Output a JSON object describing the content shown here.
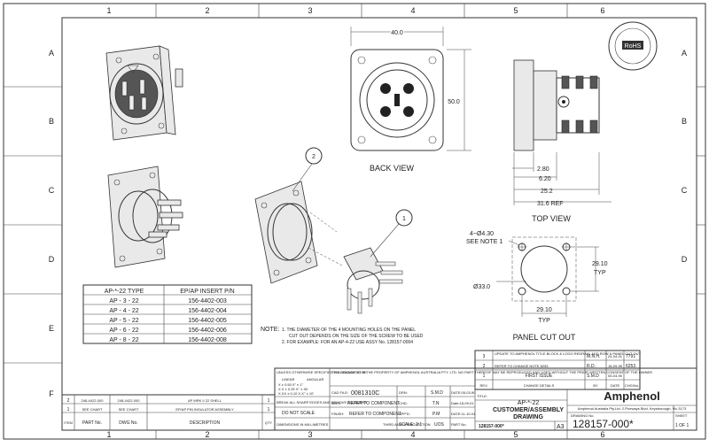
{
  "grid": {
    "cols": [
      "1",
      "2",
      "3",
      "4",
      "5",
      "6"
    ],
    "rows": [
      "A",
      "B",
      "C",
      "D",
      "E",
      "F"
    ]
  },
  "dims": {
    "width": "40.0",
    "height": "50.0",
    "d1": "2.80",
    "d2": "6.20",
    "d3": "25.2",
    "d4": "31.6 REF",
    "hole": "4~Ø4.30",
    "see_note": "SEE NOTE 1",
    "cutout_h": "29.10",
    "cutout_h_typ": "TYP",
    "cutout_w": "29.10",
    "cutout_w_typ": "TYP",
    "cutout_d": "Ø33.0"
  },
  "views": {
    "back": "BACK VIEW",
    "top": "TOP VIEW",
    "panel": "PANEL CUT OUT"
  },
  "balloons": {
    "b1": "1",
    "b2": "2"
  },
  "rohs": "RoHS",
  "type_table": {
    "headers": [
      "AP-*-22 TYPE",
      "EP/AP INSERT P/N"
    ],
    "rows": [
      [
        "AP - 3 - 22",
        "156-4402-003"
      ],
      [
        "AP - 4 - 22",
        "156-4402-004"
      ],
      [
        "AP - 5 - 22",
        "156-4402-005"
      ],
      [
        "AP - 6 - 22",
        "156-4402-006"
      ],
      [
        "AP - 8 - 22",
        "156-4402-008"
      ]
    ]
  },
  "note": {
    "label": "NOTE:",
    "lines": [
      "1. THE DIAMETER OF THE 4 MOUNTING HOLES ON THE PANEL",
      "CUT OUT DEPENDS ON THE SIZE OF THE SCREW TO BE USED",
      "2. FOR EXAMPLE: FOR AN AP-4-22 USE ASSY No. 128157-0004"
    ]
  },
  "bom": {
    "rows": [
      [
        "2",
        "248-4422-000",
        "248-4422-000",
        "AP MRK II 22 SHELL",
        "1"
      ],
      [
        "1",
        "SEE CHART",
        "SEE CHART",
        "EP/AP PIN INSULATOR ASSEMBLY",
        "1"
      ]
    ],
    "headers": [
      "ITEM",
      "PART No.",
      "DWG No.",
      "DESCRIPTION",
      "QTY"
    ]
  },
  "title_block": {
    "tolerances": "UNLESS OTHERWISE SPECIFIED TOLERANCE TO BE",
    "linear": "LINEAR",
    "angular": "ANGULAR",
    "tol_rows": [
      "X ± 0.50  0° ± 1°",
      "X.X ± 0.25  X° ± 30'",
      "X.XX ± 0.10  X.X° ± 10'"
    ],
    "break_edges": "BREAK ALL SHARP EDGES AND REMOVE ALL BURRS",
    "do_not_scale": "DO NOT SCALE",
    "dimensions": "DIMENSIONS IN MILLIMETRES",
    "property": "THIS DOCUMENT IS THE PROPERTY OF AMPHENOL AUSTRALIA PTY. LTD. NO PART THEREOF MAY BE REPRODUCED AND USED WITHOUT THE PRIOR WRITTEN CONSENT OF THE OWNER",
    "cad_file_label": "CAD FILE:",
    "cad_file": "0081310C",
    "drn_label": "DRN:",
    "drn": "S.M.D",
    "date_drn": "DATE:05-03-90",
    "matl_label": "MATL:",
    "matl": "REFER TO COMPONENT",
    "chd_label": "CHD:",
    "chd": "T.N",
    "date_chd": "Date:18-09-01",
    "finish_label": "FINISH:",
    "finish": "REFER TO COMPONENT",
    "appd_label": "APP'D:",
    "appd": "P.M",
    "date_appd": "DATE:11-10-01",
    "third_angle": "THIRD ANGLE PROJECTION",
    "scale": "SCALE: 2:1",
    "unit": "UOS",
    "part_no_label": "PART No.",
    "part_no": "128157-000*",
    "size": "A3",
    "title_label": "TITLE:",
    "title1": "AP-*-22",
    "title2": "CUSTOMER/ASSEMBLY",
    "title3": "DRAWING",
    "drawing_no_label": "DRAWING No.",
    "drawing_no": "128157-000*",
    "sheet_label": "SHEET",
    "sheet": "1 OF 1",
    "company": "Amphenol",
    "address": "Amphenol Australia Pty.Ltd. 2 Fiveways Blvd, Keysborough, Vic.3173"
  },
  "revisions": {
    "rows": [
      [
        "3",
        "UPDATE TO AMPHENOL TITLE BLOCK & LOGO REDRAW, ADD ROW & PANEL CUT OUT",
        "M.N.H.",
        "24-04-01",
        "7791"
      ],
      [
        "2",
        "REFER TO CHANGE NOTE 8253",
        "R.D.",
        "18-09-95",
        "6253"
      ],
      [
        "1",
        "FIRST ISSUE",
        "S.M.D",
        "05-03-90",
        ""
      ]
    ],
    "headers": [
      "REV.",
      "CHANGE DETAILS",
      "BY",
      "DATE",
      "CHG/No."
    ]
  }
}
